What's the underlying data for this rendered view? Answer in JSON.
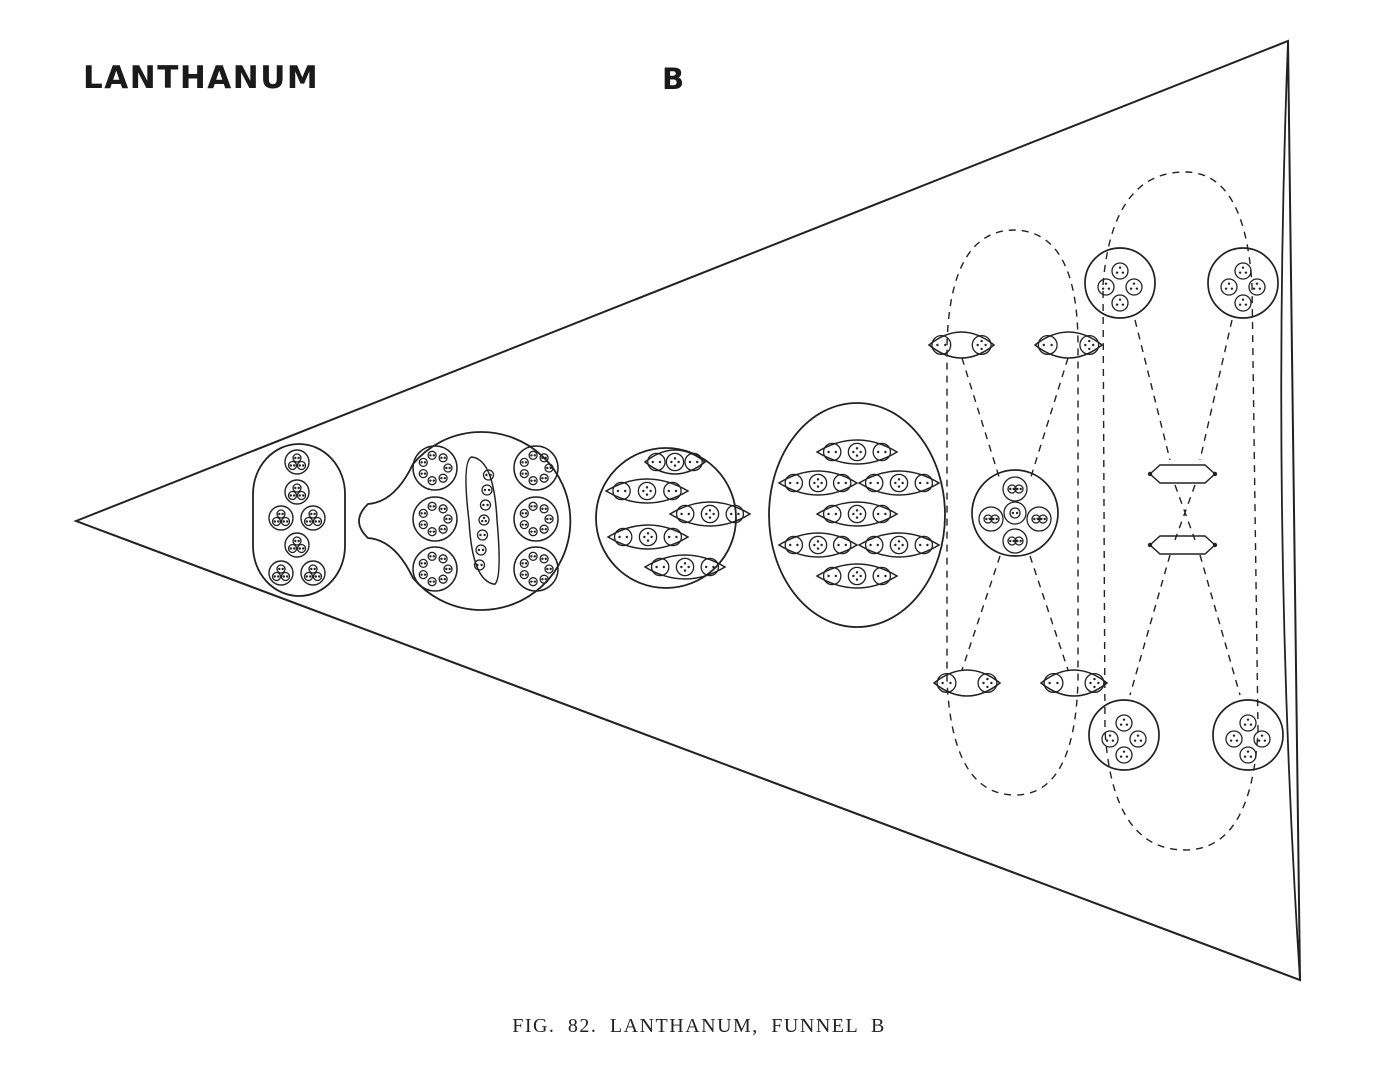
{
  "header": {
    "element_name": "LANTHANUM",
    "funnel_letter": "B"
  },
  "caption": "FIG. 82. LANTHANUM, FUNNEL B"
}
